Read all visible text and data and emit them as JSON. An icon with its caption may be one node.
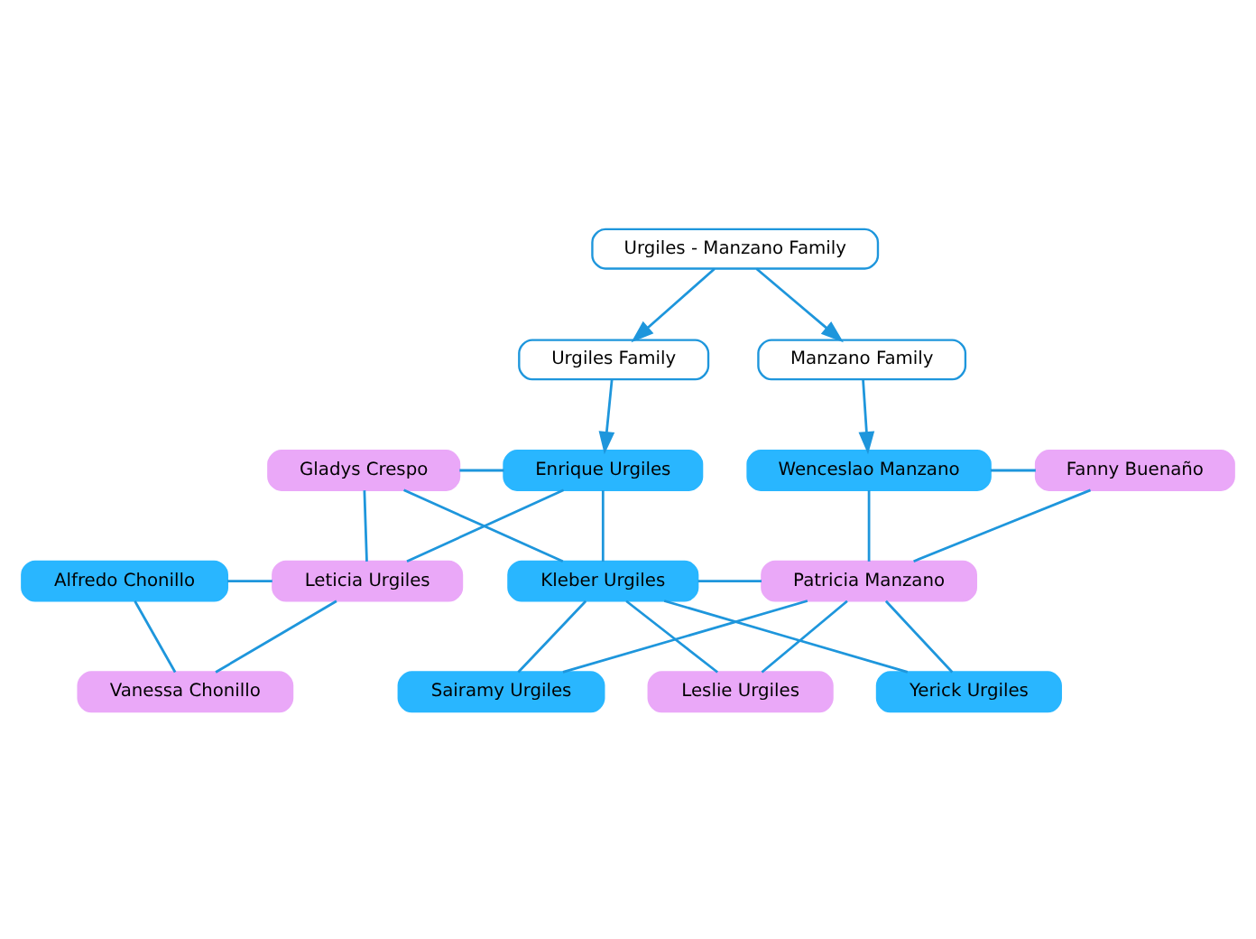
{
  "diagram": {
    "nodes": [
      {
        "text": [
          "Urgiles - Manzano Family"
        ]
      },
      {
        "text": [
          "Urgiles Family"
        ]
      },
      {
        "text": [
          "Manzano Family"
        ]
      },
      {
        "text": [
          "Gladys Crespo"
        ]
      },
      {
        "text": [
          "Enrique Urgiles"
        ]
      },
      {
        "text": [
          "Wenceslao Manzano"
        ]
      },
      {
        "text": [
          "Fanny Buenaño"
        ]
      },
      {
        "text": [
          "Alfredo Chonillo"
        ]
      },
      {
        "text": [
          "Leticia Urgiles"
        ]
      },
      {
        "text": [
          "Kleber Urgiles"
        ]
      },
      {
        "text": [
          "Patricia Manzano"
        ]
      },
      {
        "text": [
          "Vanessa Chonillo"
        ]
      },
      {
        "text": [
          "Sairamy Urgiles"
        ]
      },
      {
        "text": [
          "Leslie Urgiles"
        ]
      },
      {
        "text": [
          "Yerick Urgiles"
        ]
      }
    ],
    "edges": [
      {
        "from": 0,
        "to": 1,
        "arrow": "to"
      },
      {
        "from": 0,
        "to": 2,
        "arrow": "to"
      },
      {
        "from": 1,
        "to": 4,
        "arrow": "to"
      },
      {
        "from": 2,
        "to": 5,
        "arrow": "to"
      },
      {
        "from": 3,
        "to": 4,
        "arrow": "none"
      },
      {
        "from": 5,
        "to": 6,
        "arrow": "none"
      },
      {
        "from": 3,
        "to": 8,
        "arrow": "none"
      },
      {
        "from": 4,
        "to": 8,
        "arrow": "none"
      },
      {
        "from": 3,
        "to": 9,
        "arrow": "none"
      },
      {
        "from": 4,
        "to": 9,
        "arrow": "none"
      },
      {
        "from": 5,
        "to": 10,
        "arrow": "none"
      },
      {
        "from": 6,
        "to": 10,
        "arrow": "none"
      },
      {
        "from": 7,
        "to": 8,
        "arrow": "none"
      },
      {
        "from": 9,
        "to": 10,
        "arrow": "none"
      },
      {
        "from": 7,
        "to": 11,
        "arrow": "none"
      },
      {
        "from": 8,
        "to": 11,
        "arrow": "none"
      },
      {
        "from": 9,
        "to": 12,
        "arrow": "none"
      },
      {
        "from": 10,
        "to": 12,
        "arrow": "none"
      },
      {
        "from": 9,
        "to": 13,
        "arrow": "none"
      },
      {
        "from": 10,
        "to": 13,
        "arrow": "none"
      },
      {
        "from": 9,
        "to": 14,
        "arrow": "none"
      },
      {
        "from": 10,
        "to": 14,
        "arrow": "none"
      }
    ]
  }
}
